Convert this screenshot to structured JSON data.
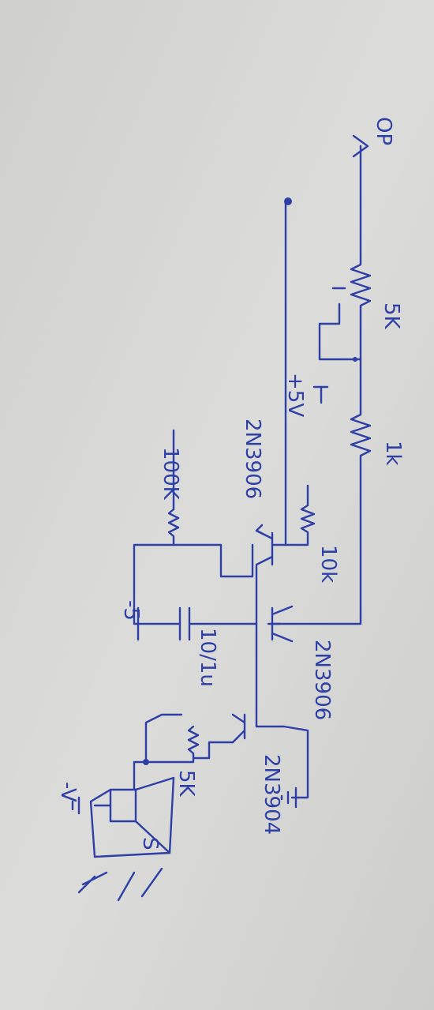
{
  "labels": {
    "input": "OP",
    "pot_5k": "5K",
    "r_1k": "1k",
    "supply_pos": "+5V",
    "q1": "2N3906",
    "r_10k": "10k",
    "r_100k": "100K",
    "cap": "10/1u",
    "supply_neg": "-5",
    "q2": "2N3906",
    "q3": "2N3904",
    "r_5k": "5K",
    "speaker_vol": "-V",
    "speaker": "S"
  },
  "colors": {
    "paper": "#d6d6d4",
    "ink": "#2e3fa6"
  }
}
